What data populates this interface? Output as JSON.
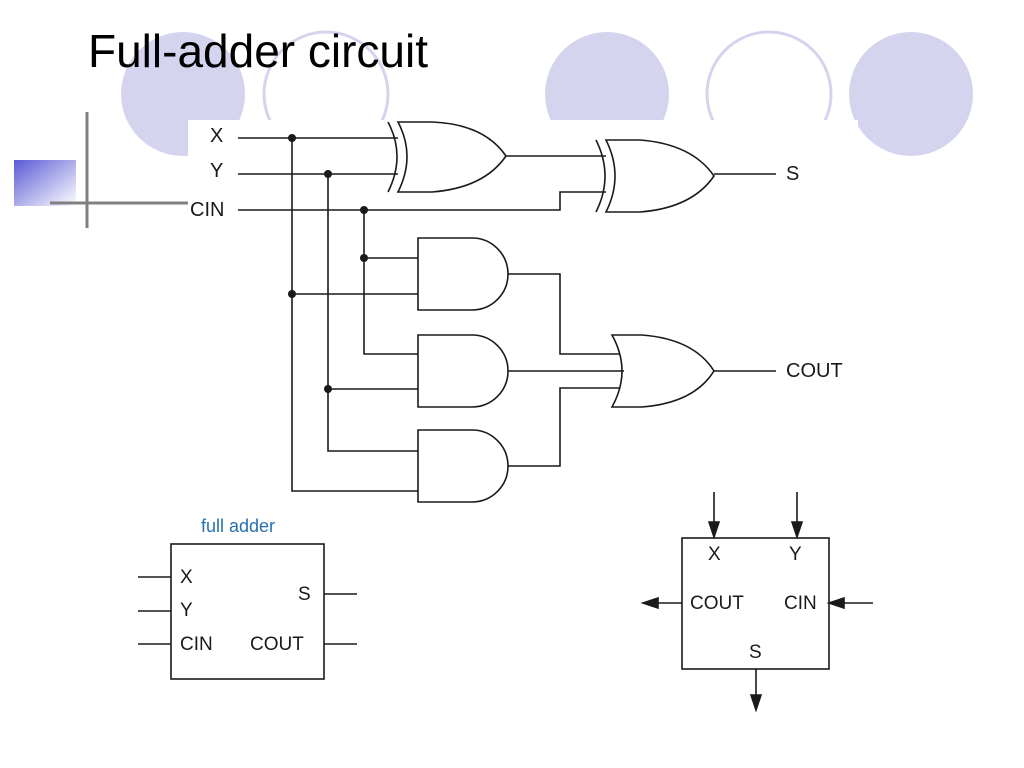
{
  "slide": {
    "title": "Full-adder circuit",
    "accent_color": "#d4d4ef",
    "gradient_color": "#5a5ad6"
  },
  "circuit": {
    "inputs": {
      "x": "X",
      "y": "Y",
      "cin": "CIN"
    },
    "outputs": {
      "sum": "S",
      "carry": "COUT"
    },
    "gates": [
      "xor-gate-1",
      "xor-gate-2",
      "and-gate-1",
      "and-gate-2",
      "and-gate-3",
      "or-gate"
    ]
  },
  "block_symbol_1": {
    "caption": "full adder",
    "pin_x": "X",
    "pin_y": "Y",
    "pin_cin": "CIN",
    "pin_s": "S",
    "pin_cout": "COUT"
  },
  "block_symbol_2": {
    "pin_x": "X",
    "pin_y": "Y",
    "pin_cout": "COUT",
    "pin_cin": "CIN",
    "pin_s": "S"
  }
}
